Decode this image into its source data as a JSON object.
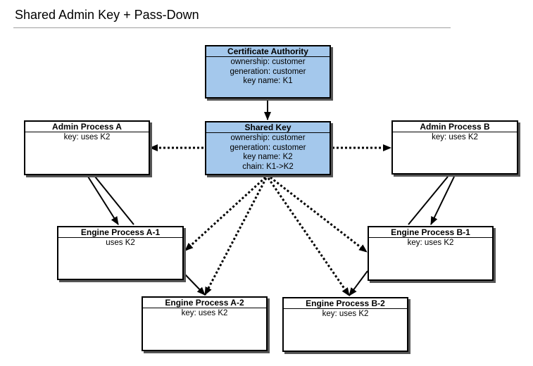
{
  "title": "Shared Admin Key + Pass-Down",
  "nodes": {
    "ca": {
      "title": "Certificate Authority",
      "lines": [
        "ownership: customer",
        "generation: customer",
        "key name: K1"
      ],
      "fill": "#a4c8ec"
    },
    "shared": {
      "title": "Shared Key",
      "lines": [
        "ownership: customer",
        "generation: customer",
        "key name: K2",
        "chain: K1->K2"
      ],
      "fill": "#a4c8ec"
    },
    "admin_a": {
      "title": "Admin Process A",
      "lines": [
        "key: uses K2"
      ]
    },
    "admin_b": {
      "title": "Admin Process B",
      "lines": [
        "key: uses K2"
      ]
    },
    "engine_a1": {
      "title": "Engine Process A-1",
      "lines": [
        "uses K2"
      ]
    },
    "engine_a2": {
      "title": "Engine Process A-2",
      "lines": [
        "key: uses K2"
      ]
    },
    "engine_b1": {
      "title": "Engine Process B-1",
      "lines": [
        "key: uses K2"
      ]
    },
    "engine_b2": {
      "title": "Engine Process B-2",
      "lines": [
        "key: uses K2"
      ]
    }
  },
  "edges": [
    {
      "from": "ca",
      "to": "shared",
      "style": "solid"
    },
    {
      "from": "shared",
      "to": "admin_a",
      "style": "dotted"
    },
    {
      "from": "shared",
      "to": "admin_b",
      "style": "dotted"
    },
    {
      "from": "shared",
      "to": "engine_a1",
      "style": "dotted"
    },
    {
      "from": "shared",
      "to": "engine_a2",
      "style": "dotted"
    },
    {
      "from": "shared",
      "to": "engine_b1",
      "style": "dotted"
    },
    {
      "from": "shared",
      "to": "engine_b2",
      "style": "dotted"
    },
    {
      "from": "admin_a",
      "to": "engine_a1",
      "style": "solid"
    },
    {
      "from": "admin_b",
      "to": "engine_b1",
      "style": "solid"
    },
    {
      "from": "engine_a1",
      "to": "engine_a2",
      "style": "solid"
    },
    {
      "from": "engine_b1",
      "to": "engine_b2",
      "style": "solid"
    }
  ]
}
